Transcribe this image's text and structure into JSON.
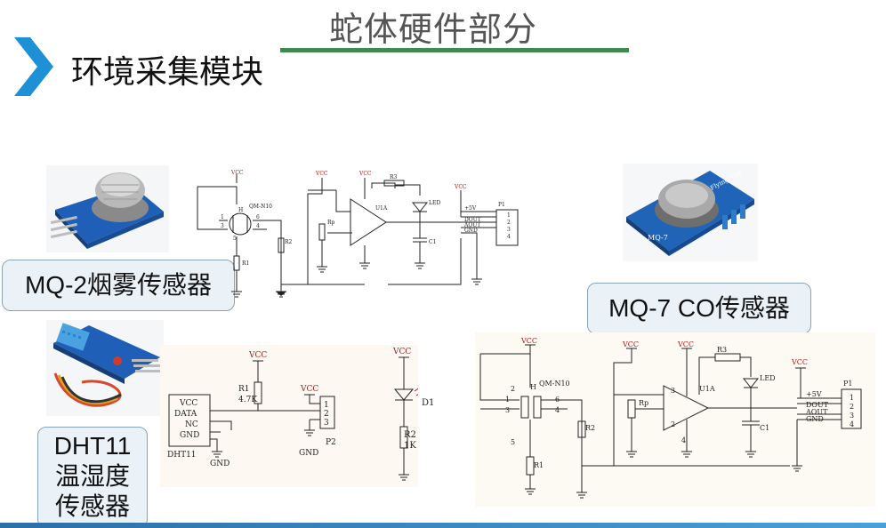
{
  "header": {
    "title": "蛇体硬件部分",
    "subtitle": "环境采集模块"
  },
  "labels": {
    "mq2": "MQ-2烟雾传感器",
    "mq7": "MQ-7 CO传感器",
    "dht_line1": "DHT11",
    "dht_line2": "温湿度",
    "dht_line3": "传感器"
  },
  "schematic_mq": {
    "vcc": "VCC",
    "sensor": "QM-N10",
    "h": "H",
    "r1": "R1",
    "r2": "R2",
    "r3": "R3",
    "rp": "Rp",
    "u1a": "U1A",
    "led": "LED",
    "c1": "C1",
    "p1": "P1",
    "pin5v": "+5V",
    "dout": "DOUT",
    "aout": "AOUT",
    "gnd": "GND",
    "n1": "1",
    "n2": "2",
    "n3": "3",
    "n4": "4",
    "n5": "5",
    "n6": "6",
    "module_photo_text": "Flying-Fish",
    "module_photo_model": "MQ-7"
  },
  "schematic_dht": {
    "vcc": "VCC",
    "r1": "R1",
    "r1v": "4.7K",
    "data": "DATA",
    "nc": "NC",
    "gnd": "GND",
    "chip": "DHT11",
    "p2": "P2",
    "d1": "D1",
    "r2": "R2",
    "r2v": "1K",
    "n1": "1",
    "n2": "2",
    "n3": "3"
  },
  "colors": {
    "accent": "#1e90d6",
    "green": "#3f8a4f",
    "wire": "#222222",
    "vccred": "#b01818",
    "pin": "#d7d7d7"
  }
}
